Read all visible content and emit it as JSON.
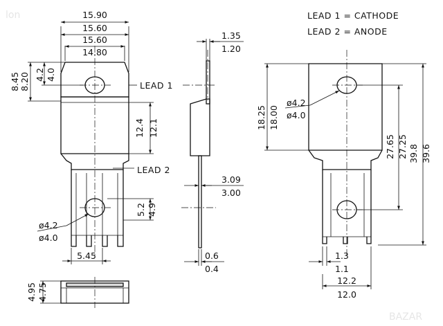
{
  "watermarks": {
    "top_left": "lon",
    "bottom_right": "BAZAR"
  },
  "legend": {
    "lead1": "LEAD 1 = CATHODE",
    "lead2": "LEAD 2 = ANODE"
  },
  "front_view": {
    "width_max": "15.90",
    "width_min": "15.60",
    "tab_width_max": "15.60",
    "tab_width_min": "14.80",
    "total_tab_h_max": "8.45",
    "total_tab_h_min": "8.20",
    "hole_to_top_max": "4.2",
    "hole_to_top_min": "4.0",
    "body_h_max": "12.4",
    "body_h_min": "12.1",
    "lead_hole_h_max": "5.2",
    "lead_hole_h_min": "4.9",
    "hole_dia_max": "ø4.2",
    "hole_dia_min": "ø4.0",
    "lead_pitch": "5.45",
    "lead1_label": "LEAD 1",
    "lead2_label": "LEAD 2"
  },
  "side_view": {
    "tab_thk_max": "1.35",
    "tab_thk_min": "1.20",
    "body_to_lead_max": "3.09",
    "body_to_lead_min": "3.00",
    "lead_thk_max": "0.6",
    "lead_thk_min": "0.4"
  },
  "bottom_view": {
    "height_max": "4.95",
    "height_min": "4.75"
  },
  "right_view": {
    "hole_center_h_max": "18.25",
    "hole_center_h_min": "18.00",
    "hole_dia_max": "ø4.2",
    "hole_dia_min": "ø4.0",
    "hole_spacing_max": "27.65",
    "hole_spacing_min": "27.25",
    "total_h_max": "39.8",
    "total_h_min": "39.6",
    "lead_w_max": "1.3",
    "lead_w_min": "1.1",
    "lead_span_max": "12.2",
    "lead_span_min": "12.0"
  }
}
